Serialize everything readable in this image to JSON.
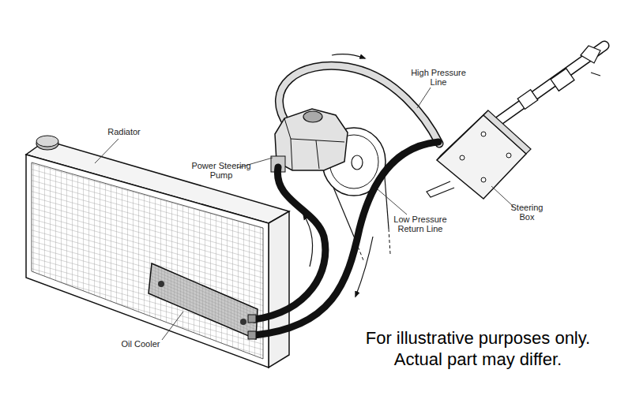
{
  "diagram": {
    "labels": [
      "High Pressure Line",
      "Radiator",
      "Power Steering Pump",
      "Low Pressure Return Line",
      "Steering Box",
      "Oil Cooler",
      "For illustrative purposes only. Actual part may differ."
    ]
  }
}
